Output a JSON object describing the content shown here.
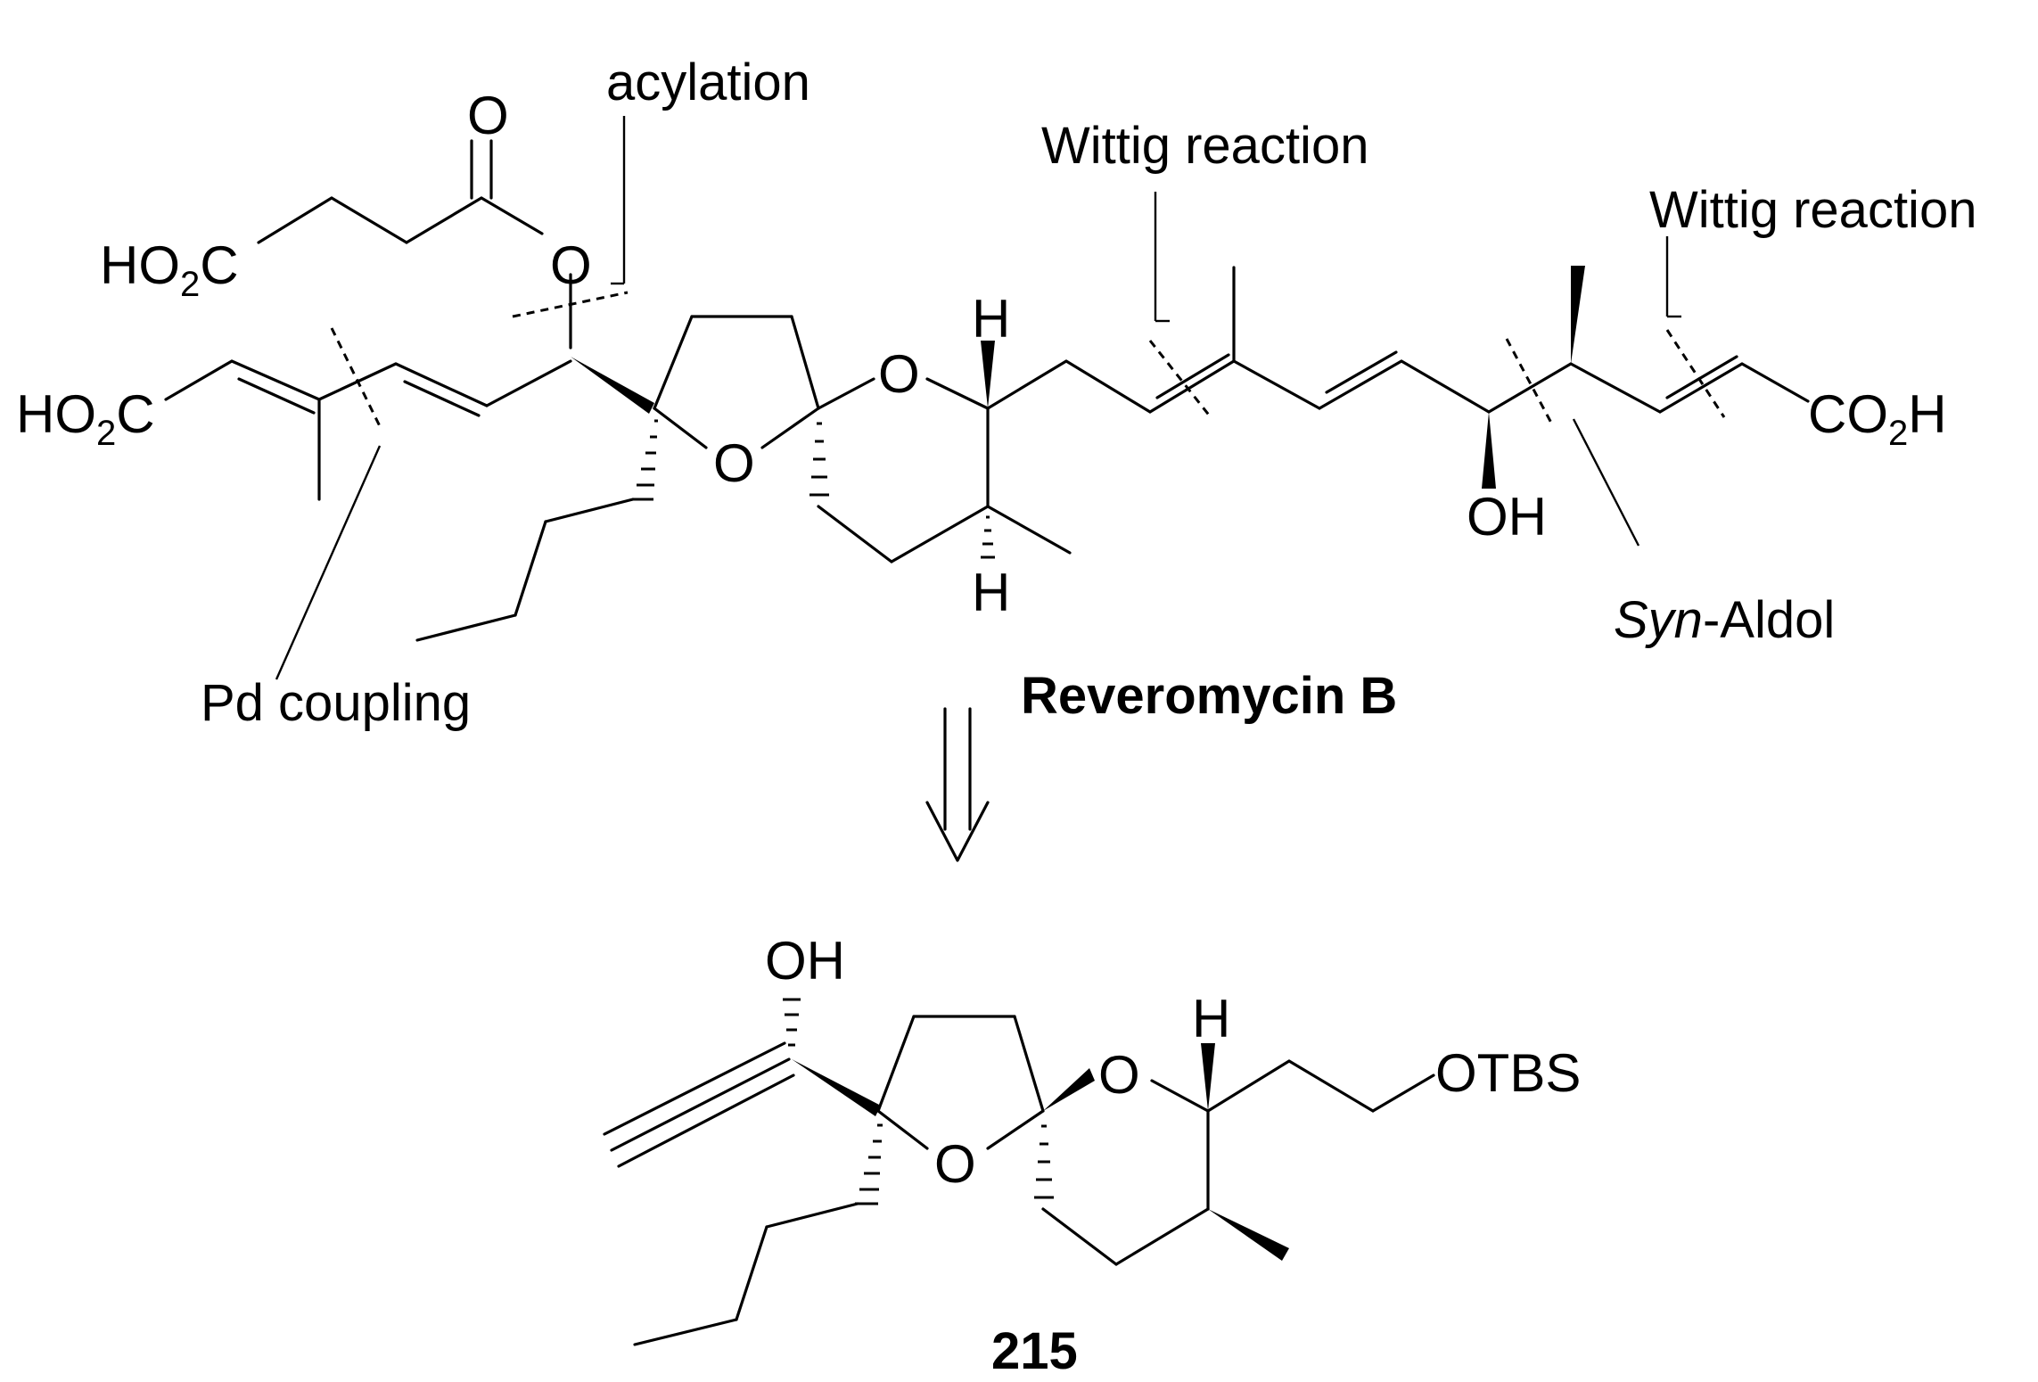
{
  "annotations": {
    "acylation": "acylation",
    "wittig_1": "Wittig reaction",
    "wittig_2": "Wittig reaction",
    "pd_coupling": "Pd coupling",
    "syn_aldol_italic": "Syn",
    "syn_aldol_rest": "-Aldol"
  },
  "compounds": {
    "target": "Reveromycin B",
    "intermediate": "215"
  },
  "atoms": {
    "ho2c_top_ho": "HO",
    "ho2c_top_sub": "2",
    "ho2c_top_c": "C",
    "ho2c_left_ho": "HO",
    "ho2c_left_sub": "2",
    "ho2c_left_c": "C",
    "co2h_co": "CO",
    "co2h_sub": "2",
    "co2h_h": "H",
    "carbonyl_o": "O",
    "ester_o": "O",
    "thf_o": "O",
    "thp_o": "O",
    "h_top": "H",
    "h_bottom": "H",
    "oh": "OH",
    "oh_215": "OH",
    "thf_o_215": "O",
    "thp_o_215": "O",
    "h_215": "H",
    "otbs": "OTBS"
  },
  "arrow": {
    "type": "retrosynthetic"
  }
}
